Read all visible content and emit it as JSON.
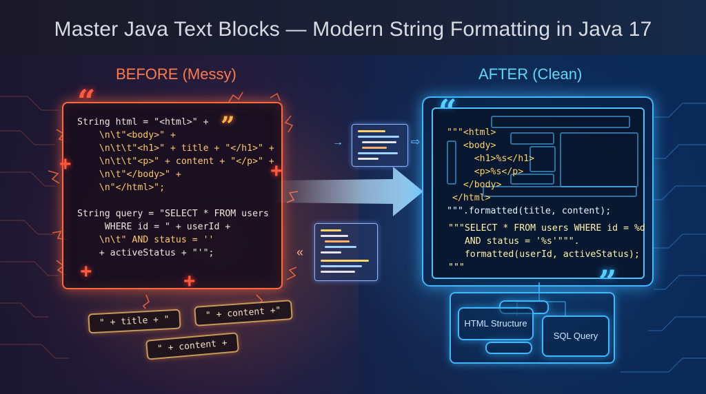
{
  "header": {
    "title": "Master Java Text Blocks — Modern String Formatting in Java 17"
  },
  "before": {
    "heading": "BEFORE (Messy)",
    "code_lines": [
      "String html = \"<html>\" +",
      "    \\n\\t\"<body>\" +",
      "    \\n\\t\\t\"<h1>\" + title + \"</h1>\" +",
      "    \\n\\t\\t\"<p>\" + content + \"</p>\" +",
      "    \\n\\t\"</body>\" +",
      "    \\n\"</html>\";",
      "",
      "String query = \"SELECT * FROM users",
      "     WHERE id = \" + userId +",
      "    \\n\\t\" AND status = ''",
      "    + activeStatus + \"'\";"
    ],
    "chips": [
      "\" + title + \"",
      "\" + content +\"",
      "\" + content +"
    ]
  },
  "after": {
    "heading": "AFTER (Clean)",
    "code_lines": [
      "\"\"\"<html>",
      "   <body>",
      "     <h1>%s</h1>",
      "     <p>%s</p>",
      "   </body>",
      " </html>",
      "\"\"\".formatted(title, content);"
    ],
    "query_lines": [
      "\"\"\"SELECT * FROM users WHERE id = %d",
      "   AND status = '%s'\"\"\".",
      "   formatted(userId, activeStatus);",
      "\"\"\""
    ],
    "structure_labels": [
      "HTML Structure",
      "SQL Query"
    ]
  },
  "icons": [
    "quote-open-icon",
    "quote-close-icon",
    "plus-icon",
    "arrow-right-icon",
    "arrow-left-icon"
  ],
  "colors": {
    "before_accent": "#ff6a3d",
    "after_accent": "#3fb8ff"
  }
}
